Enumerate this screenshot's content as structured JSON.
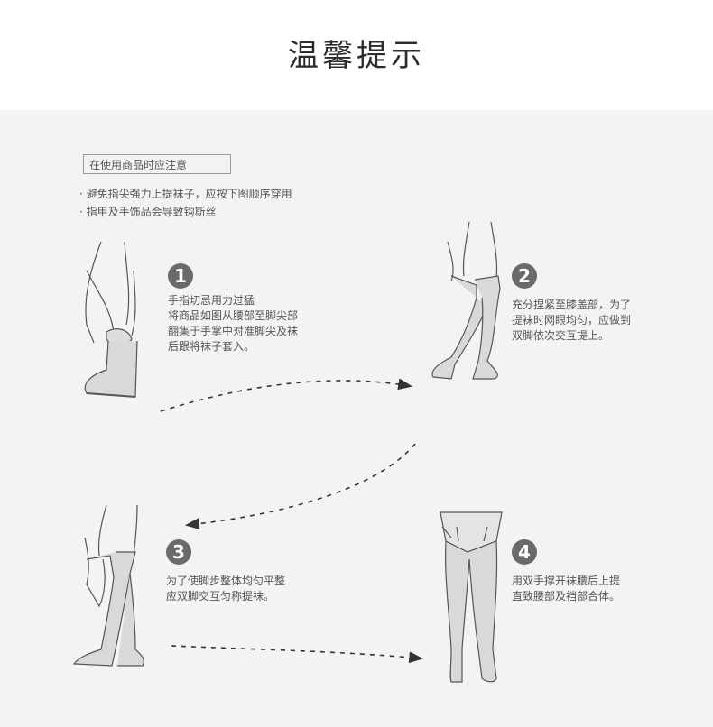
{
  "title": "温馨提示",
  "notice": {
    "heading": "在使用商品时应注意",
    "items": [
      "· 避免指尖强力上提袜子，应按下图顺序穿用",
      "· 指甲及手饰品会导致钩斯丝"
    ]
  },
  "steps": [
    {
      "number": "1",
      "lines": [
        "手指切忌用力过猛",
        "将商品如图从腰部至脚尖部",
        "翻集于手掌中对准脚尖及袜",
        "后跟将袜子套入。"
      ]
    },
    {
      "number": "2",
      "lines": [
        "充分捏紧至膝盖部，为了",
        "提袜时网眼均匀，应做到",
        "双脚依次交互提上。"
      ]
    },
    {
      "number": "3",
      "lines": [
        "为了使脚步整体均匀平整",
        "应双脚交互匀称提袜。"
      ]
    },
    {
      "number": "4",
      "lines": [
        "用双手撑开袜腰后上提",
        "直致腰部及裆部合体。"
      ]
    }
  ],
  "colors": {
    "panel": "#f5f2f2",
    "badge": "#6a6a6a",
    "line": "#555555"
  }
}
